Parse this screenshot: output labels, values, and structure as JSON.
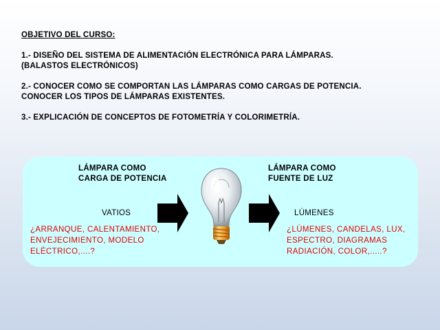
{
  "objectives": {
    "heading": "OBJETIVO DEL CURSO:",
    "items": [
      {
        "lines": [
          "1.- DISEÑO DEL SISTEMA DE ALIMENTACIÓN ELECTRÓNICA PARA LÁMPARAS.",
          "(BALASTOS ELECTRÓNICOS)"
        ]
      },
      {
        "lines": [
          "2.- CONOCER COMO SE COMPORTAN LAS LÁMPARAS COMO CARGAS DE POTENCIA.",
          "CONOCER LOS TIPOS DE LÁMPARAS EXISTENTES."
        ]
      },
      {
        "lines": [
          "3.- EXPLICACIÓN DE CONCEPTOS DE FOTOMETRÍA Y COLORIMETRÍA."
        ]
      }
    ]
  },
  "diagram": {
    "left": {
      "title_lines": [
        "LÁMPARA COMO",
        "CARGA DE POTENCIA"
      ],
      "unit": "VATIOS",
      "questions": [
        "¿ARRANQUE, CALENTAMIENTO,",
        "ENVEJECIMIENTO, MODELO",
        "ELÉCTRICO,....?"
      ]
    },
    "right": {
      "title_lines": [
        "LÁMPARA COMO",
        "FUENTE DE LUZ"
      ],
      "unit": "LÚMENES",
      "questions": [
        "¿LÚMENES, CANDELAS, LUX,",
        "ESPECTRO, DIAGRAMAS",
        "RADIACIÓN, COLOR,.....?"
      ]
    },
    "colors": {
      "panel": "#ccffff",
      "question_text": "#e00000",
      "arrow": "#000000",
      "bulb_base": "#f0a030"
    }
  }
}
